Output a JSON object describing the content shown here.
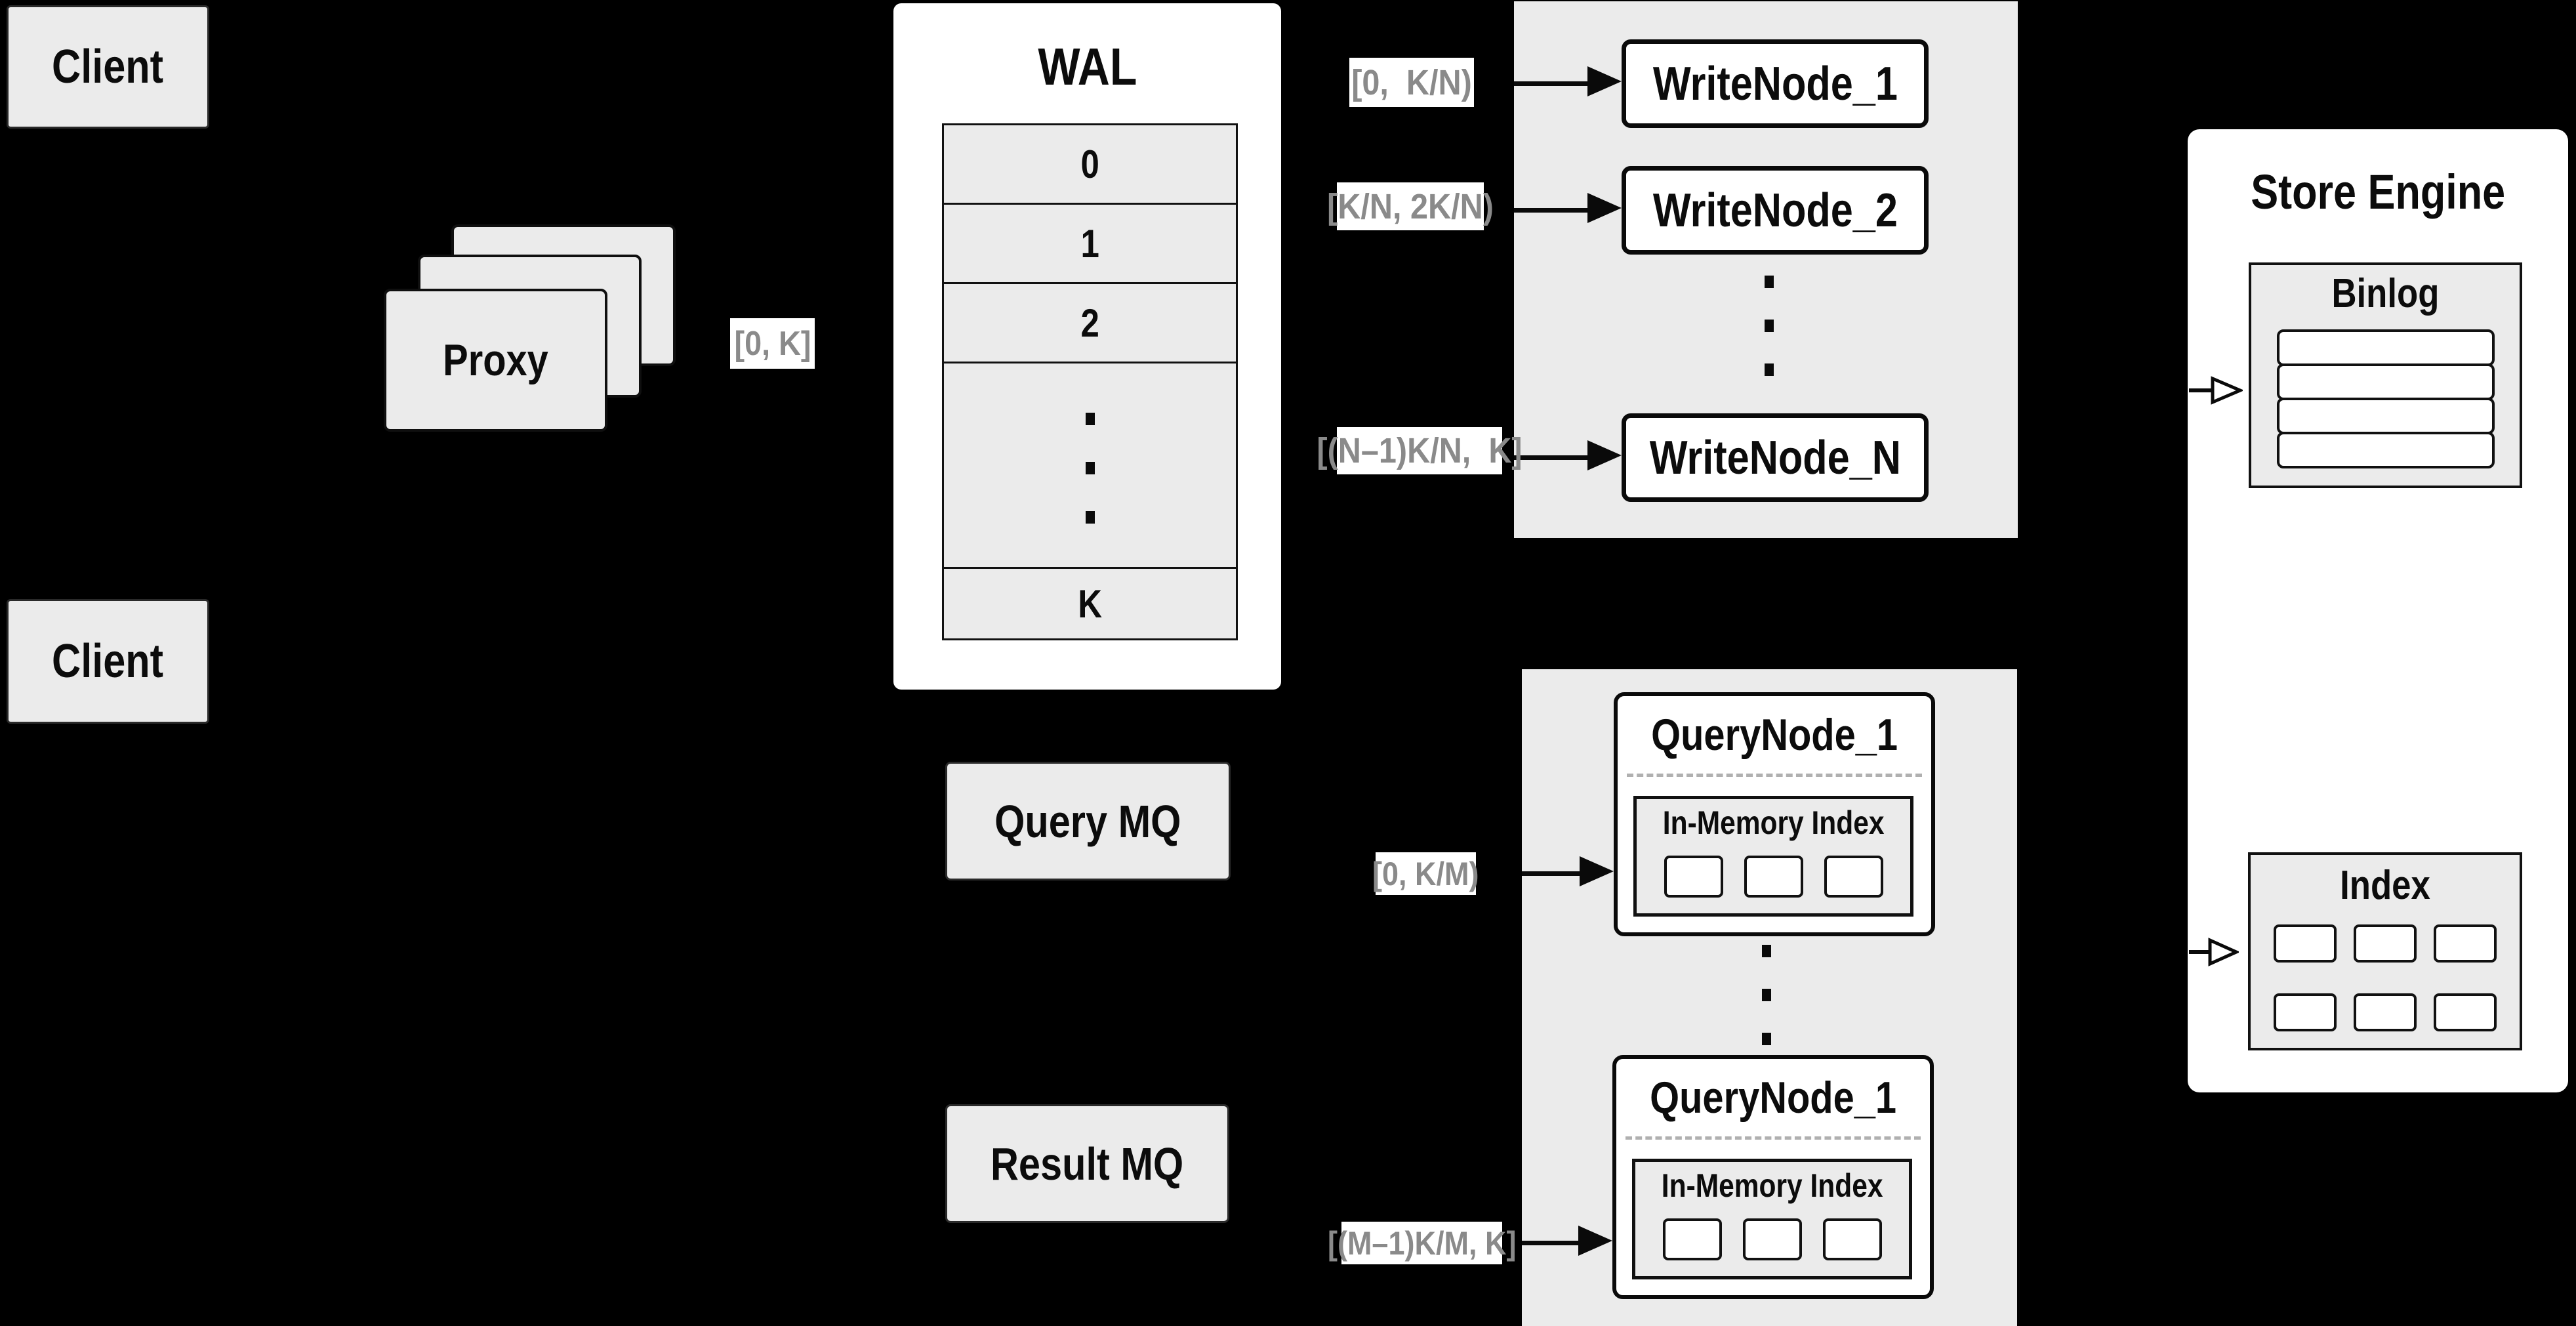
{
  "colors": {
    "background": "#000000",
    "panel_gray": "#ebebeb",
    "box_white": "#ffffff",
    "line_black": "#0a0a0a",
    "range_text_gray": "#8a8a8a",
    "dash_gray": "#b0b0b0"
  },
  "clients": {
    "top": "Client",
    "bottom": "Client"
  },
  "proxy": {
    "label": "Proxy",
    "range_out": "[0, K]"
  },
  "wal": {
    "title": "WAL",
    "segments": [
      "0",
      "1",
      "2"
    ],
    "last_segment": "K"
  },
  "write_group": {
    "nodes": [
      {
        "range": "[0,  K/N)",
        "label": "WriteNode_1"
      },
      {
        "range": "[K/N, 2K/N)",
        "label": "WriteNode_2"
      },
      {
        "range": "[(N–1)K/N,  K]",
        "label": "WriteNode_N"
      }
    ]
  },
  "mq": {
    "query": "Query MQ",
    "result": "Result MQ"
  },
  "query_group": {
    "nodes": [
      {
        "range": "[0, K/M)",
        "label": "QueryNode_1",
        "memory": "In-Memory Index"
      },
      {
        "range": "[(M–1)K/M, K]",
        "label": "QueryNode_1",
        "memory": "In-Memory Index"
      }
    ]
  },
  "store_engine": {
    "title": "Store Engine",
    "binlog": "Binlog",
    "index": "Index"
  }
}
